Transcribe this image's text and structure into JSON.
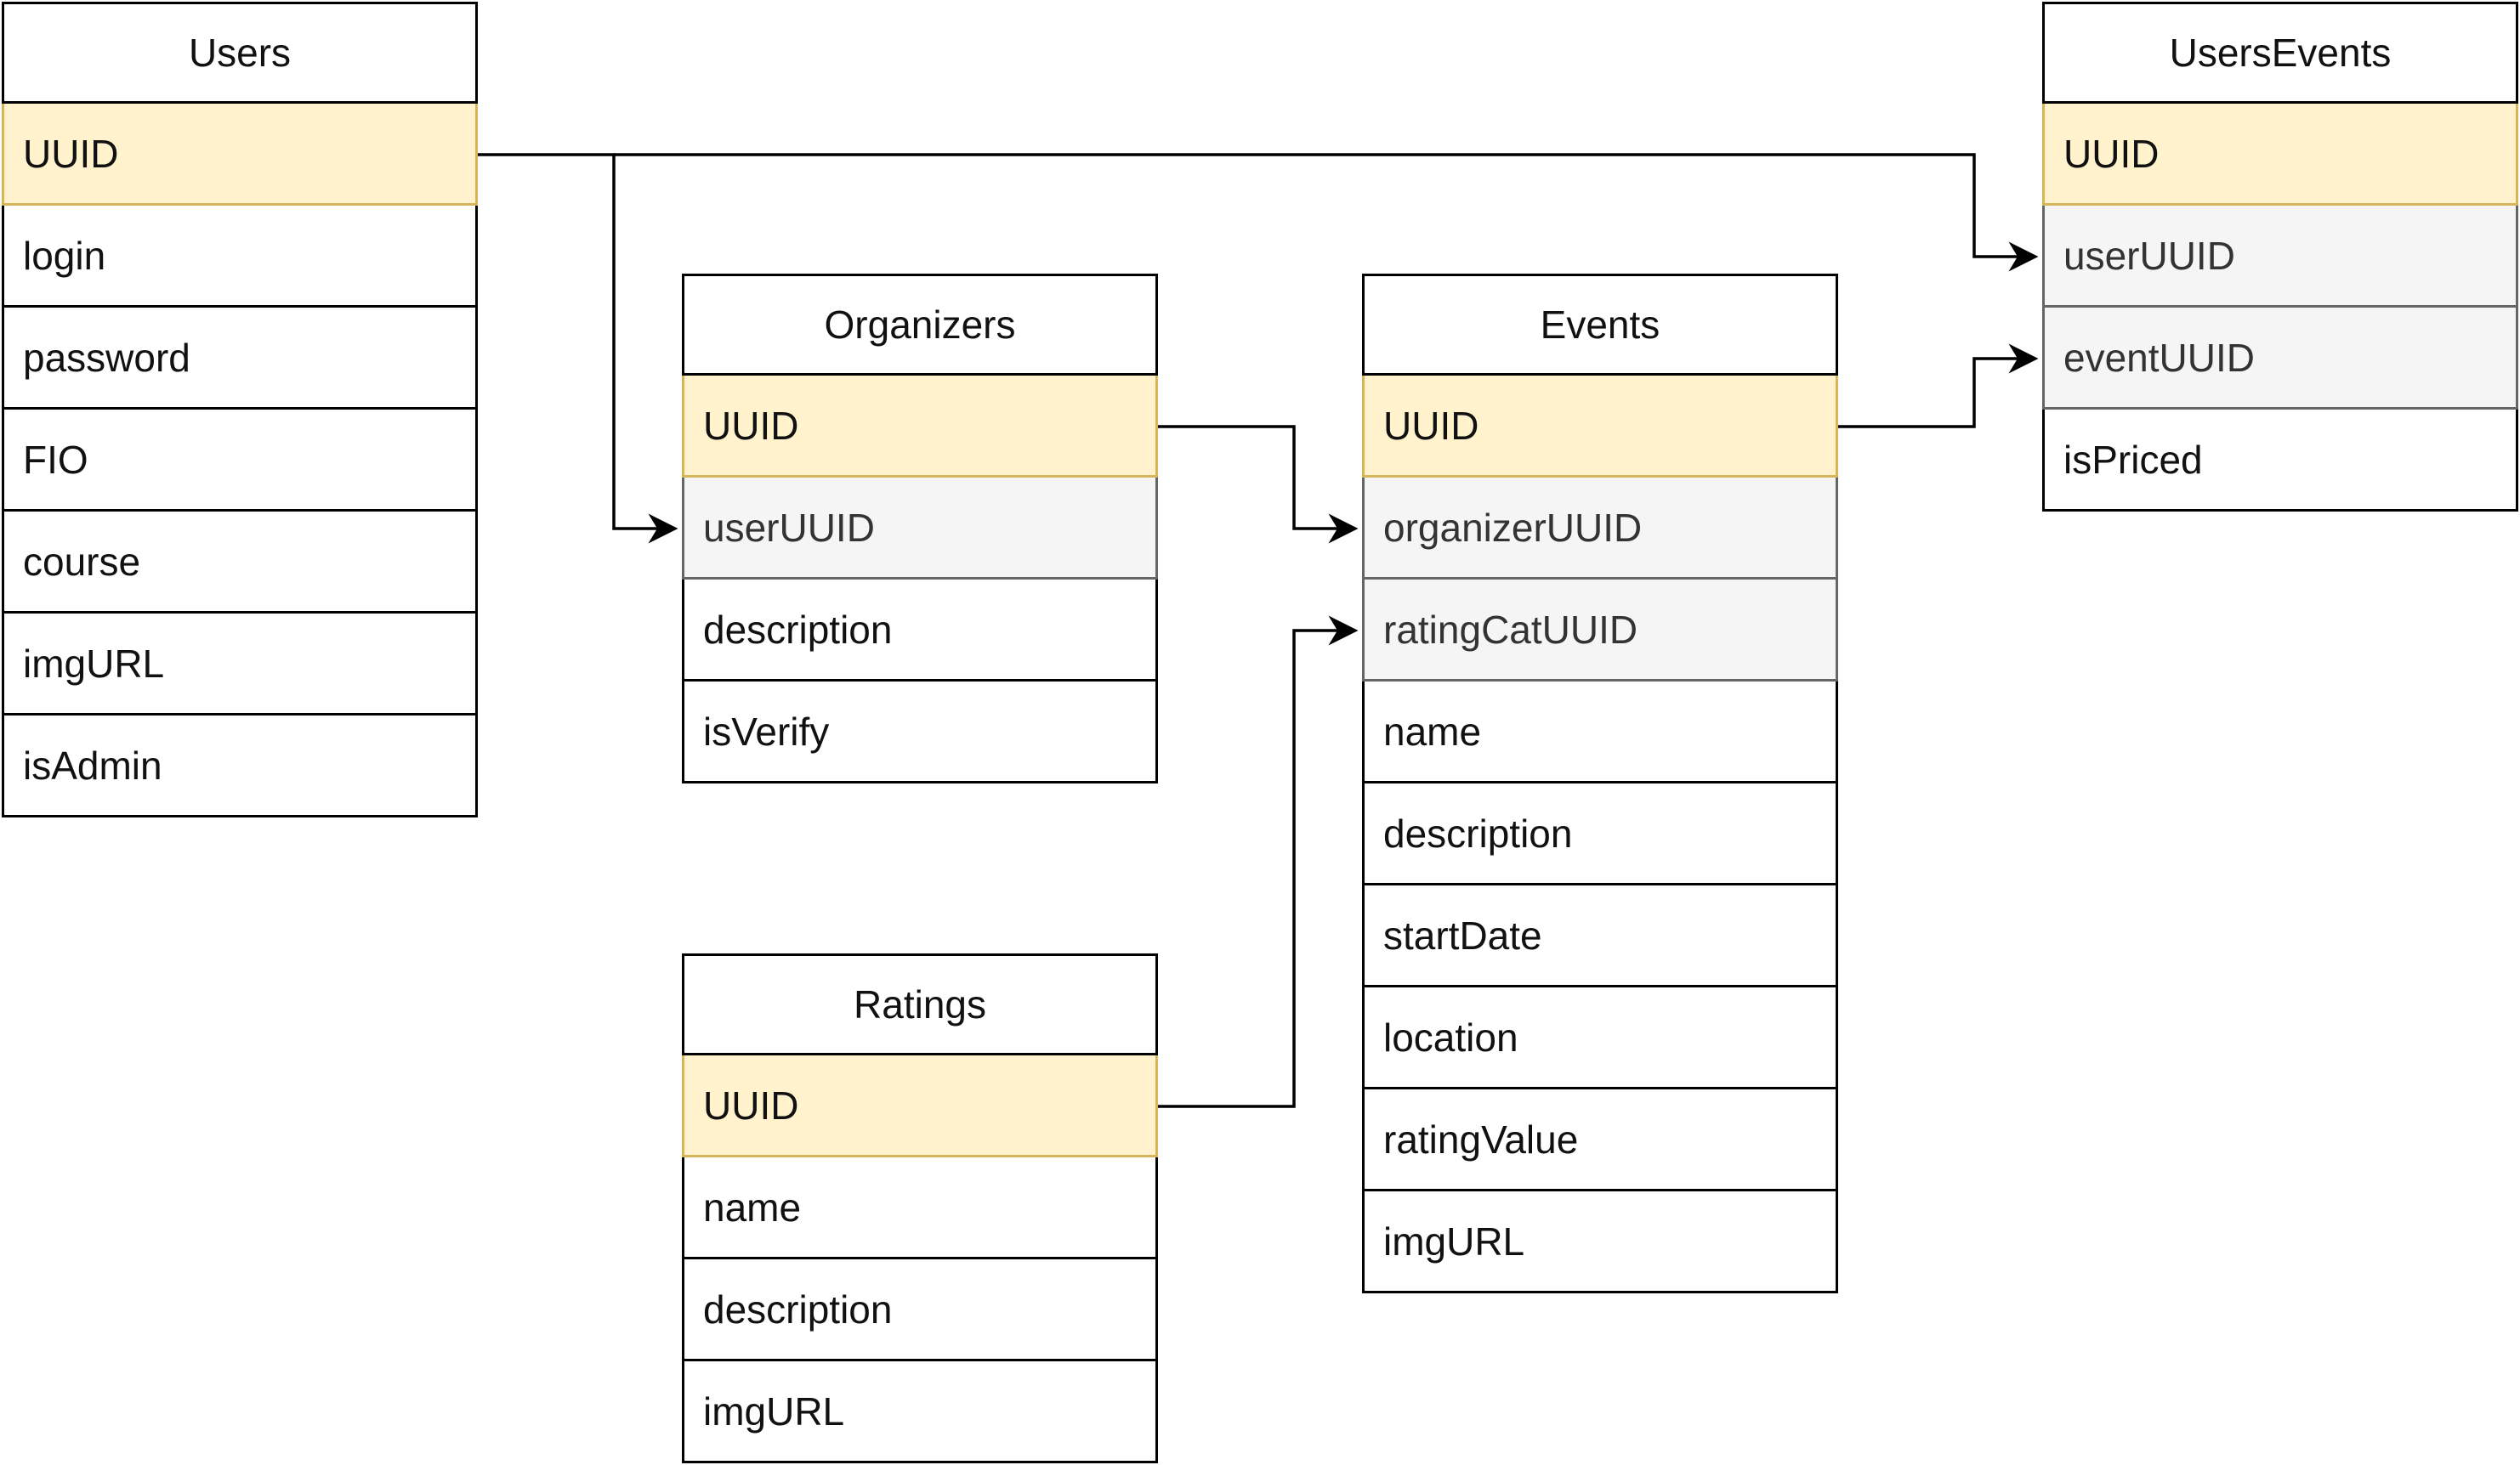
{
  "diagram": {
    "entities": [
      {
        "id": "users",
        "title": "Users",
        "fields": [
          {
            "label": "UUID",
            "kind": "pk"
          },
          {
            "label": "login",
            "kind": "plain"
          },
          {
            "label": "password",
            "kind": "plain"
          },
          {
            "label": "FIO",
            "kind": "plain"
          },
          {
            "label": "course",
            "kind": "plain"
          },
          {
            "label": "imgURL",
            "kind": "plain"
          },
          {
            "label": "isAdmin",
            "kind": "plain"
          }
        ]
      },
      {
        "id": "organizers",
        "title": "Organizers",
        "fields": [
          {
            "label": "UUID",
            "kind": "pk"
          },
          {
            "label": "userUUID",
            "kind": "fk"
          },
          {
            "label": "description",
            "kind": "plain"
          },
          {
            "label": "isVerify",
            "kind": "plain"
          }
        ]
      },
      {
        "id": "ratings",
        "title": "Ratings",
        "fields": [
          {
            "label": "UUID",
            "kind": "pk"
          },
          {
            "label": "name",
            "kind": "plain"
          },
          {
            "label": "description",
            "kind": "plain"
          },
          {
            "label": "imgURL",
            "kind": "plain"
          }
        ]
      },
      {
        "id": "events",
        "title": "Events",
        "fields": [
          {
            "label": "UUID",
            "kind": "pk"
          },
          {
            "label": "organizerUUID",
            "kind": "fk"
          },
          {
            "label": "ratingCatUUID",
            "kind": "fk"
          },
          {
            "label": "name",
            "kind": "plain"
          },
          {
            "label": "description",
            "kind": "plain"
          },
          {
            "label": "startDate",
            "kind": "plain"
          },
          {
            "label": "location",
            "kind": "plain"
          },
          {
            "label": "ratingValue",
            "kind": "plain"
          },
          {
            "label": "imgURL",
            "kind": "plain"
          }
        ]
      },
      {
        "id": "usersevents",
        "title": "UsersEvents",
        "fields": [
          {
            "label": "UUID",
            "kind": "pk"
          },
          {
            "label": "userUUID",
            "kind": "fk"
          },
          {
            "label": "eventUUID",
            "kind": "fk"
          },
          {
            "label": "isPriced",
            "kind": "plain"
          }
        ]
      }
    ],
    "relations": [
      {
        "from": "Users.UUID",
        "to": "Organizers.userUUID"
      },
      {
        "from": "Users.UUID",
        "to": "UsersEvents.userUUID"
      },
      {
        "from": "Organizers.UUID",
        "to": "Events.organizerUUID"
      },
      {
        "from": "Ratings.UUID",
        "to": "Events.ratingCatUUID"
      },
      {
        "from": "Events.UUID",
        "to": "UsersEvents.eventUUID"
      }
    ],
    "colors": {
      "pk_fill": "#fff2cc",
      "pk_stroke": "#d6b656",
      "fk_fill": "#f5f5f5",
      "fk_stroke": "#666666",
      "line": "#000000"
    }
  }
}
